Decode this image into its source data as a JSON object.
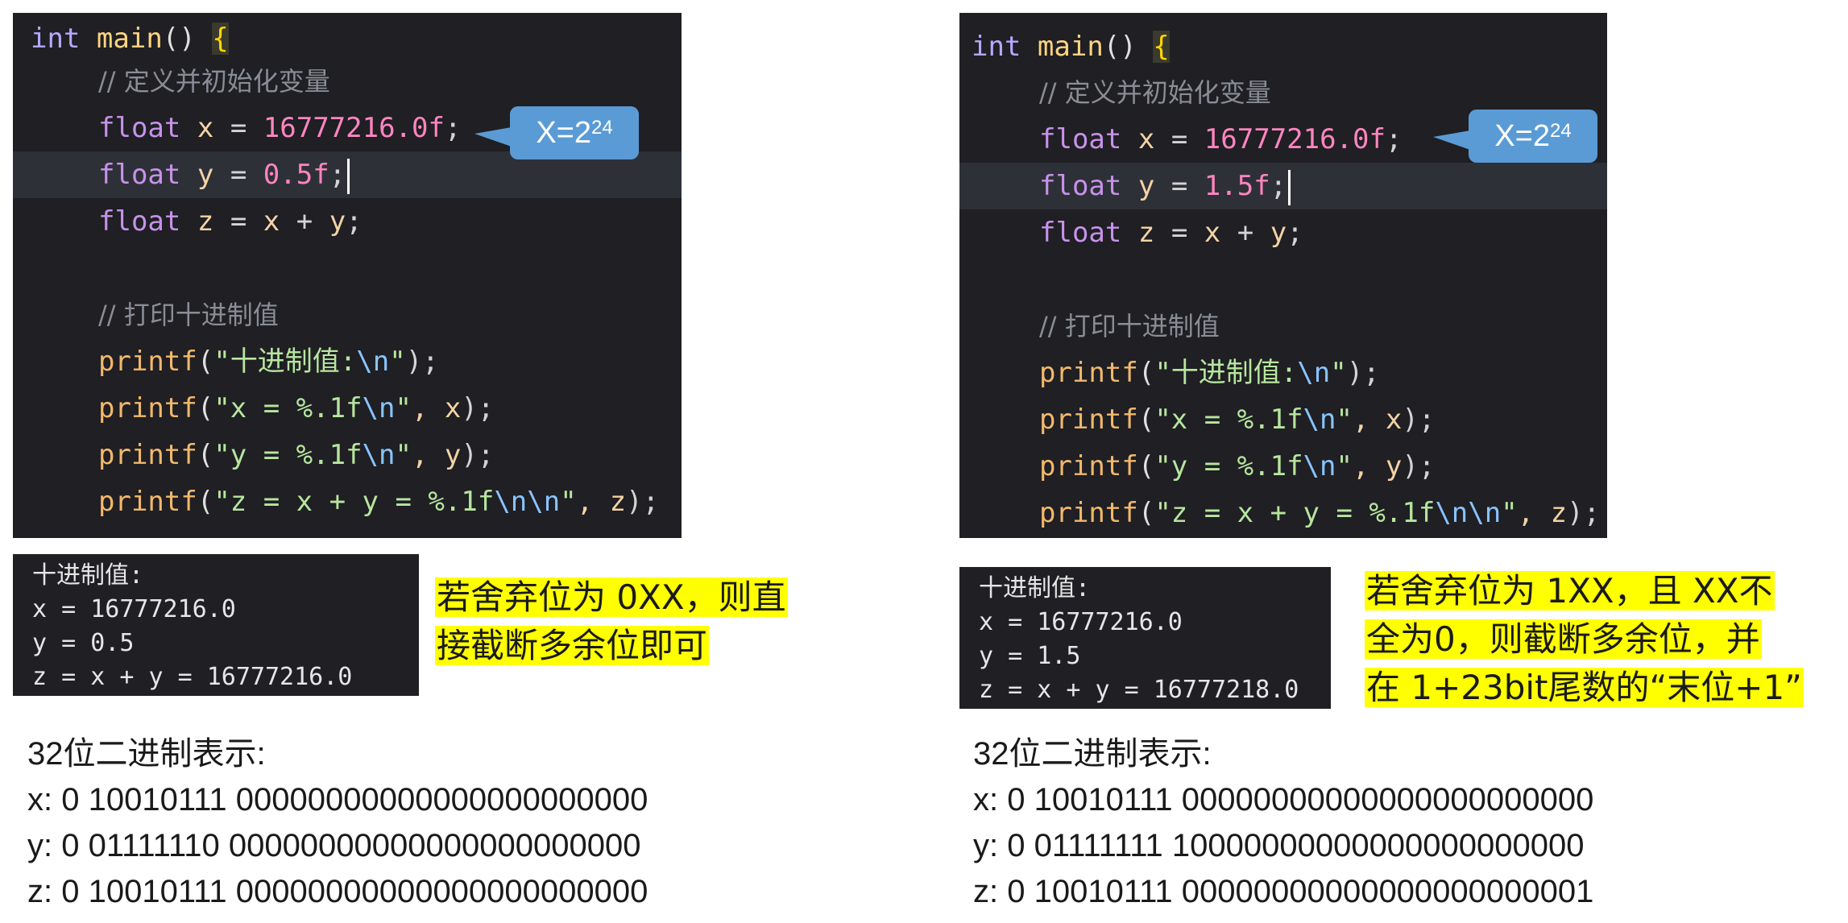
{
  "left": {
    "code": {
      "decl_int": "int",
      "main_fn": "main",
      "parens": "()",
      "open_brace": "{",
      "comment1": "// 定义并初始化变量",
      "kw_float": "float",
      "x_var": "x",
      "y_var": "y",
      "z_var": "z",
      "eq": "=",
      "x_value": "16777216.0f",
      "y_value": "0.5f",
      "semicolon": ";",
      "plus": "+",
      "comment2": "// 打印十进制值",
      "printf": "printf",
      "p1_str": "\"十进制值:",
      "p2_str": "\"x = %.1f",
      "p3_str": "\"y = %.1f",
      "p4_str": "\"z = x + y = %.1f",
      "esc_n": "\\n",
      "esc_nn": "\\n\\n",
      "quote": "\"",
      "arg_x": ", x",
      "arg_y": ", y",
      "arg_z": ", z",
      "close_call": ");"
    },
    "callout": {
      "base": "X=2",
      "exp": "24"
    },
    "terminal": {
      "line1": "十进制值:",
      "line2": "x = 16777216.0",
      "line3": "y = 0.5",
      "line4": "z = x + y = 16777216.0"
    },
    "note": {
      "line1": "若舍弃位为 0XX，则直",
      "line2": "接截断多余位即可"
    },
    "binary": {
      "title": "32位二进制表示:",
      "x": "x: 0 10010111 00000000000000000000000",
      "y": "y: 0 01111110 00000000000000000000000",
      "z": "z: 0 10010111 00000000000000000000000"
    }
  },
  "right": {
    "code": {
      "y_value": "1.5f"
    },
    "callout": {
      "base": "X=2",
      "exp": "24"
    },
    "terminal": {
      "line1": "十进制值:",
      "line2": "x = 16777216.0",
      "line3": "y = 1.5",
      "line4": "z = x + y = 16777218.0"
    },
    "note": {
      "line1": "若舍弃位为 1XX，且 XX不",
      "line2": "全为0，则截断多余位，并",
      "line3": "在 1+23bit尾数的“末位+1”"
    },
    "binary": {
      "title": "32位二进制表示:",
      "x": "x: 0 10010111 00000000000000000000000",
      "y": "y: 0 01111111 10000000000000000000000",
      "z": "z: 0 10010111 00000000000000000000001"
    }
  }
}
